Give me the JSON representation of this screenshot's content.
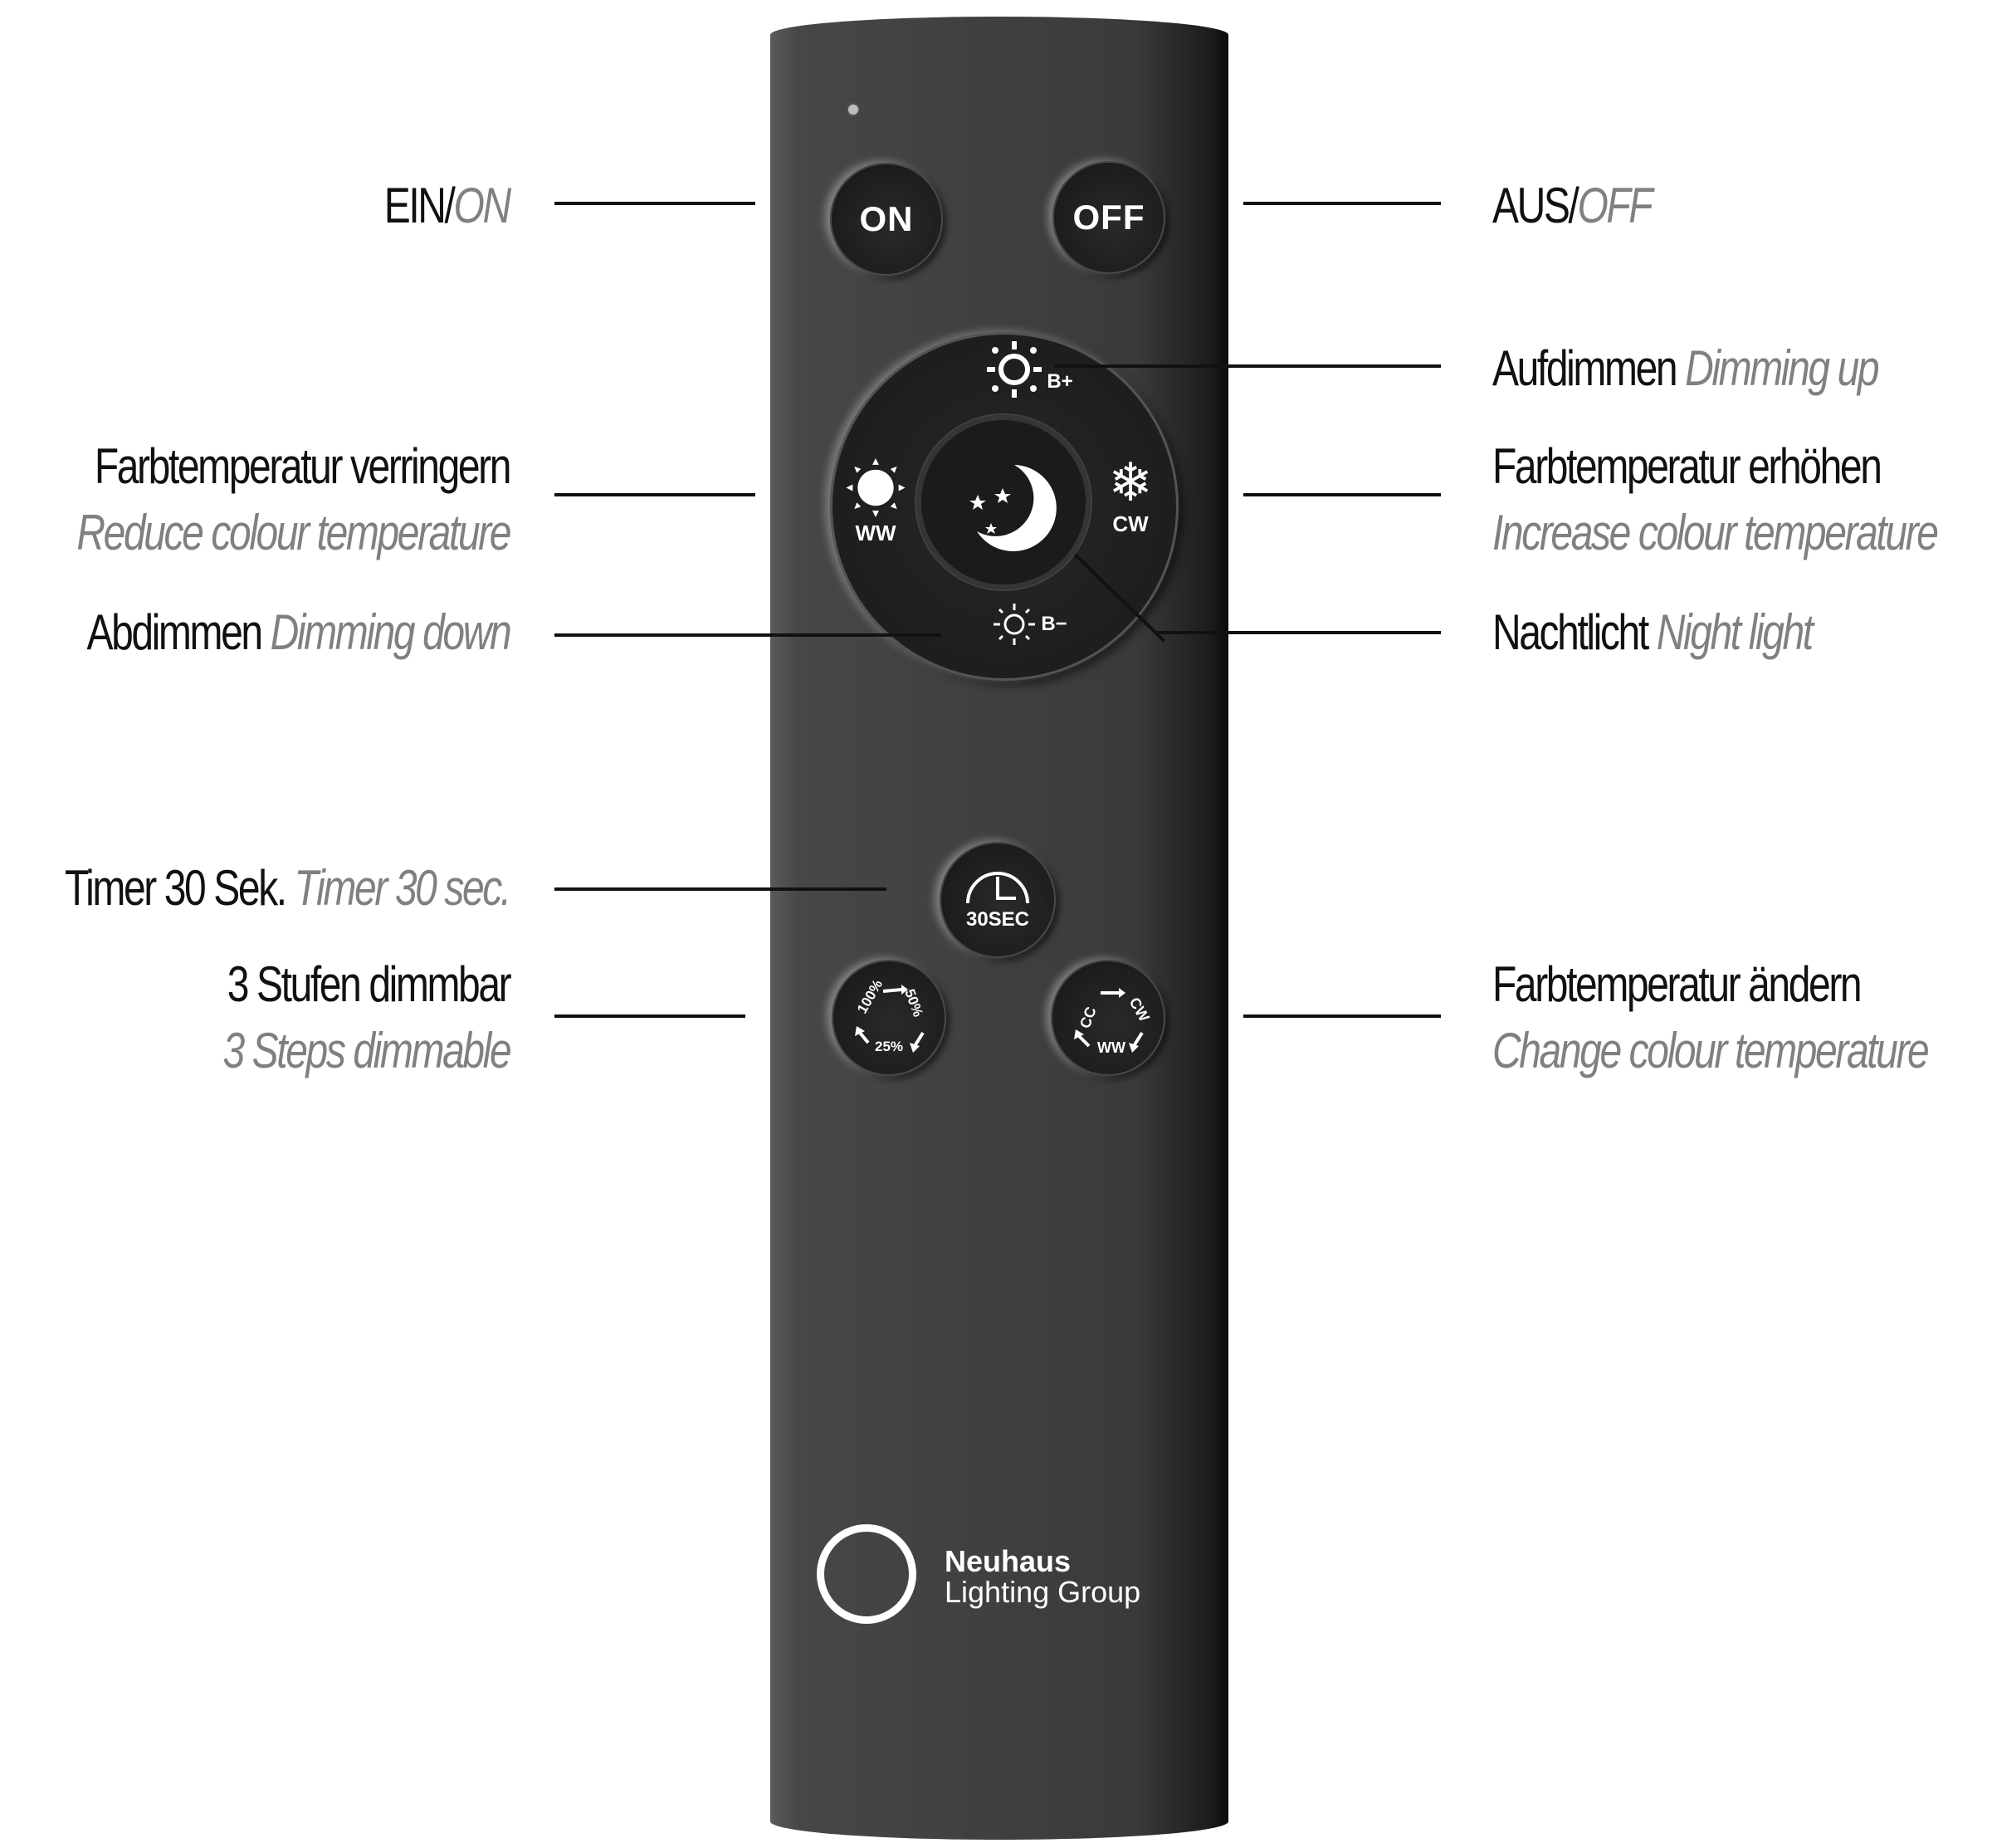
{
  "remote": {
    "buttons": {
      "on": "ON",
      "off": "OFF",
      "brightness_up": "B+",
      "brightness_down": "B−",
      "warm_white": "WW",
      "cool_white": "CW",
      "timer": "30SEC",
      "dim_steps": {
        "step1": "100%",
        "step2": "50%",
        "step3": "25%"
      },
      "color_cycle": {
        "a": "CC",
        "b": "CW",
        "c": "WW"
      }
    },
    "brand": {
      "name": "Neuhaus",
      "subtitle": "Lighting Group"
    },
    "colors": {
      "body": "#414141",
      "button": "#1e1e1e",
      "icon": "#ffffff"
    }
  },
  "callouts": {
    "left": [
      {
        "de": "EIN/",
        "en": "ON"
      },
      {
        "de": "Farbtemperatur verringern",
        "en": "Reduce colour temperature"
      },
      {
        "de": "Abdimmen ",
        "en": "Dimming down"
      },
      {
        "de": "Timer 30 Sek. ",
        "en": "Timer 30 sec."
      },
      {
        "de": "3 Stufen dimmbar",
        "en": "3 Steps dimmable"
      }
    ],
    "right": [
      {
        "de": "AUS/",
        "en": "OFF"
      },
      {
        "de": "Aufdimmen ",
        "en": "Dimming up"
      },
      {
        "de": "Farbtemperatur erhöhen",
        "en": "Increase colour temperature"
      },
      {
        "de": "Nachtlicht ",
        "en": "Night light"
      },
      {
        "de": "Farbtemperatur ändern",
        "en": "Change colour temperature"
      }
    ],
    "colors": {
      "german": "#111111",
      "english": "#808080",
      "leader_line": "#111111"
    }
  }
}
